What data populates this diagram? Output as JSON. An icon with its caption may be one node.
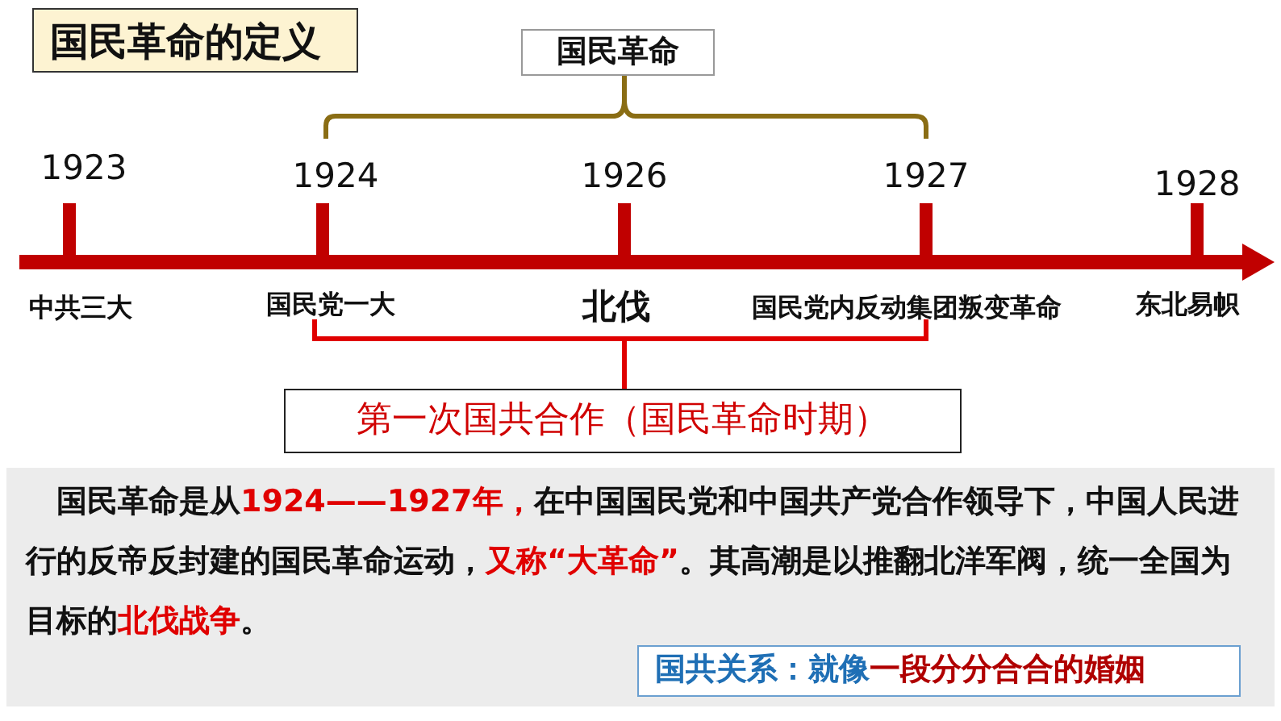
{
  "diagram": {
    "nodes": [
      {
        "text": [
          "国民革命的定义"
        ]
      },
      {
        "text": [
          "国民革命"
        ]
      },
      {
        "text": [
          "第一次国共合作（国民革命时期）"
        ]
      },
      {
        "text": [
          "国民革命是从**1924——1927年，**在中国国民党和中国共产党合作领导下，中国人民进行的反帝反封建的国民革命运动，**又称“大革命”**。其高潮是以推翻北洋军阀，统一全国为目标的**北伐战争**。"
        ]
      },
      {
        "text": [
          "国共关系：就像**一段分分合合的婚姻**"
        ],
        "in": 3
      }
    ],
    "labels": [
      "1923",
      "1924",
      "1926",
      "1927",
      "1928",
      "中共三大",
      "国民党一大",
      "北伐",
      "国民党内反动集团叛变革命",
      "东北易帜"
    ]
  }
}
